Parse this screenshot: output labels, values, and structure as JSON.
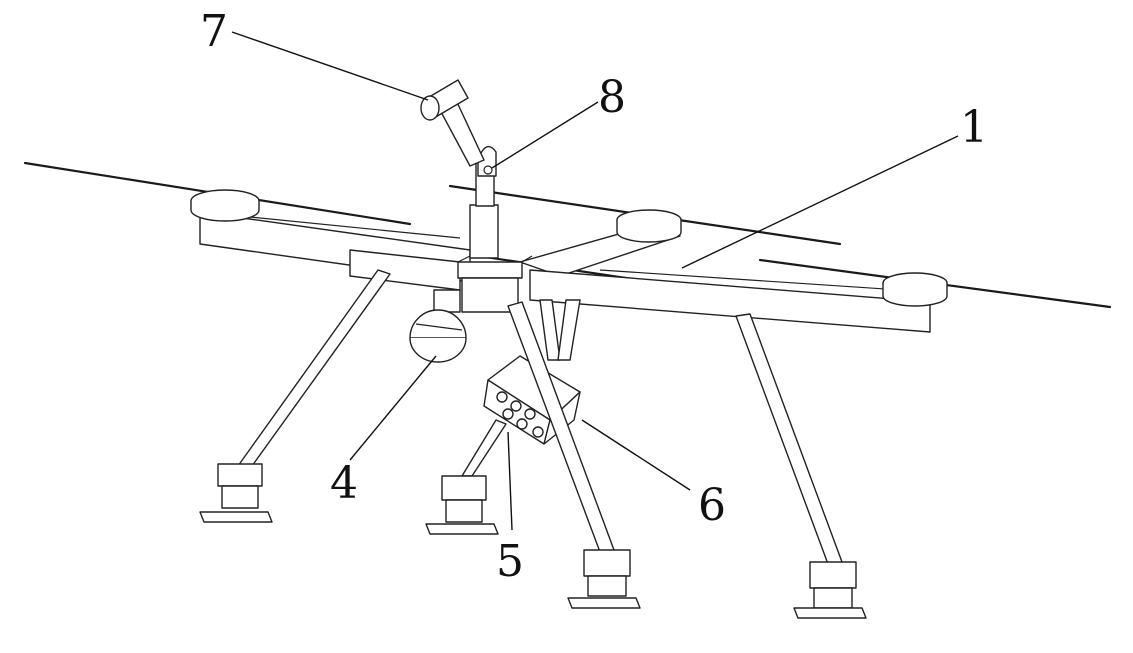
{
  "callouts": {
    "c1": "1",
    "c4": "4",
    "c5": "5",
    "c6": "6",
    "c7": "7",
    "c8": "8"
  },
  "colors": {
    "line": "#222222",
    "background": "#ffffff"
  }
}
